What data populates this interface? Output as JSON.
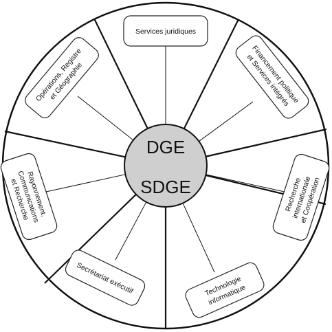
{
  "colors": {
    "line": "#111111",
    "hub_fill": "#cfcfcf",
    "box_stroke": "#222222",
    "background": "#ffffff"
  },
  "hub": {
    "line1": "DGE",
    "line2": "SDGE"
  },
  "units": [
    {
      "id": "juridiques",
      "lines": [
        "Services juridiques"
      ]
    },
    {
      "id": "financement",
      "lines": [
        "Financement politique",
        "et Services intégrés"
      ]
    },
    {
      "id": "recherche-internationale",
      "lines": [
        "Recherche",
        "internationale",
        "et Coopération"
      ]
    },
    {
      "id": "technologie",
      "lines": [
        "Technologie",
        "informatique"
      ]
    },
    {
      "id": "secretariat",
      "lines": [
        "Secrétariat exécutif"
      ]
    },
    {
      "id": "rayonnement",
      "lines": [
        "Rayonnement,",
        "Communications",
        "et Recherche"
      ]
    },
    {
      "id": "operations",
      "lines": [
        "Opérations, Registre",
        "et Géographie"
      ]
    }
  ]
}
